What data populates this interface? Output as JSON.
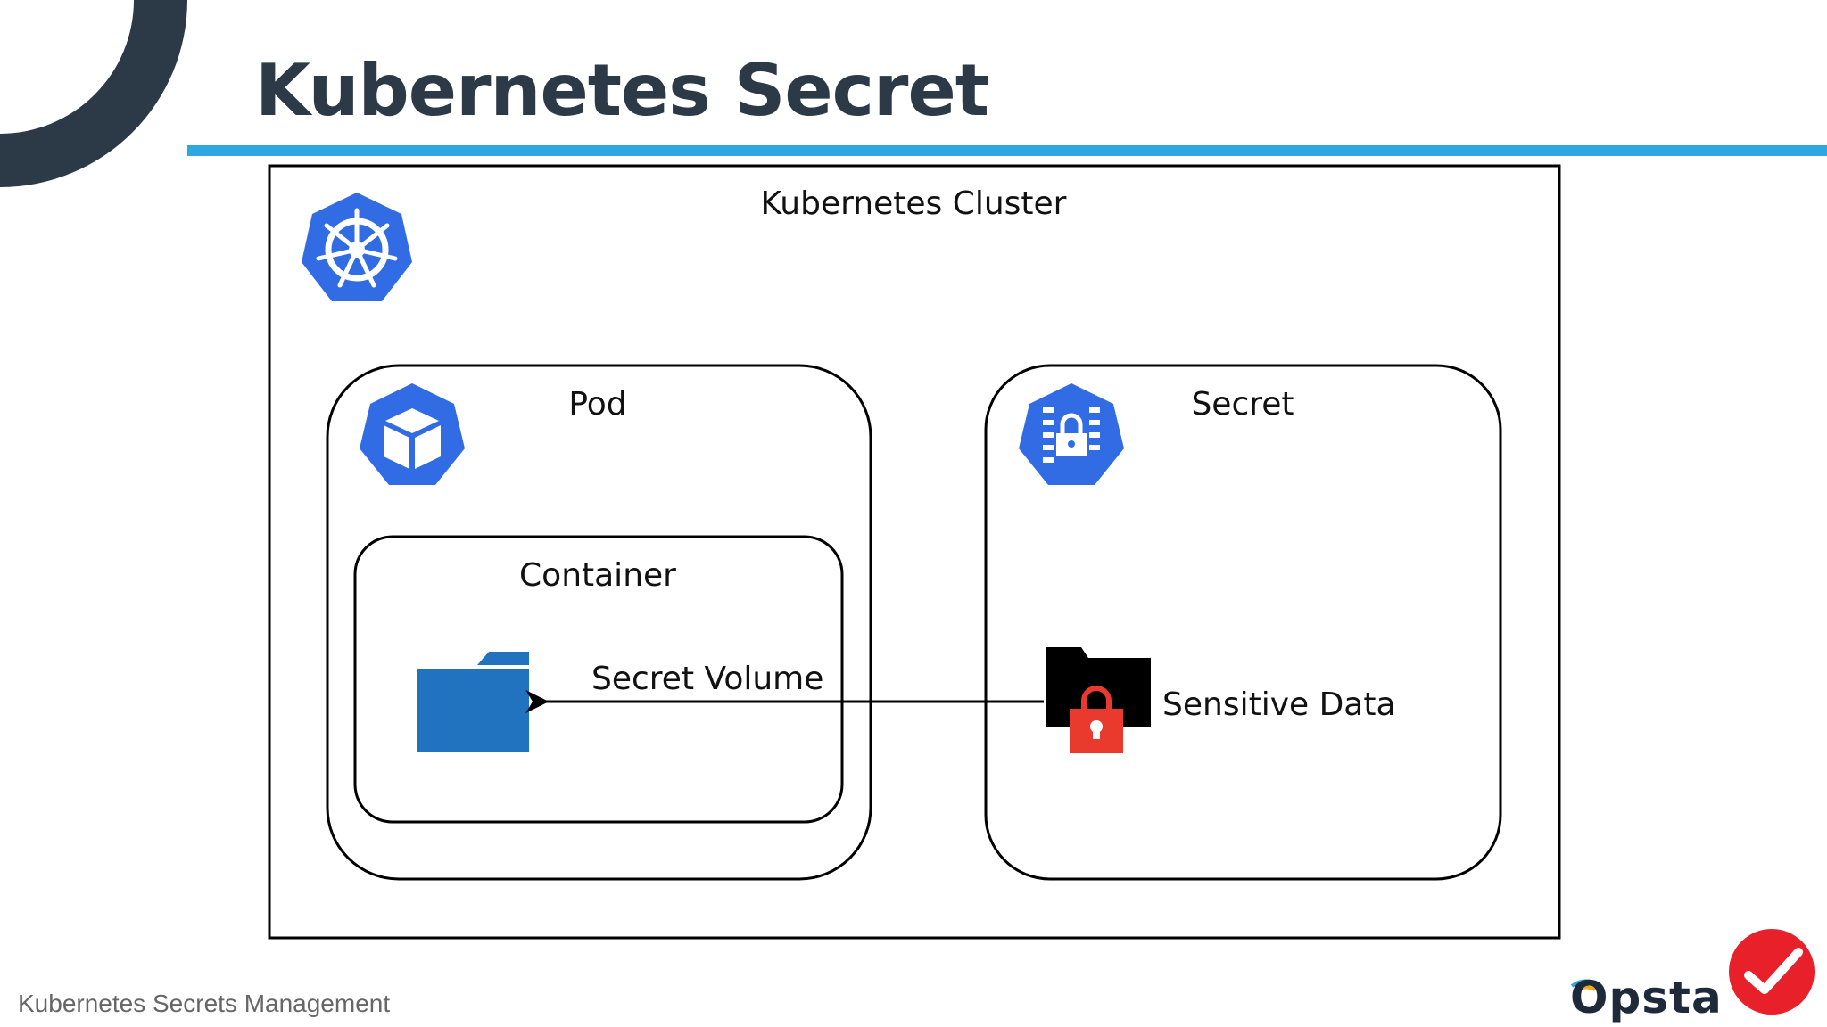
{
  "slide": {
    "title": "Kubernetes Secret",
    "footer": "Kubernetes Secrets Management",
    "brand": "Opsta"
  },
  "diagram": {
    "cluster_label": "Kubernetes Cluster",
    "pod_label": "Pod",
    "container_label": "Container",
    "secret_label": "Secret",
    "volume_label": "Secret Volume",
    "data_label": "Sensitive Data"
  },
  "icons": {
    "cluster": "kubernetes-helm-icon",
    "pod": "pod-cube-icon",
    "secret": "secret-lock-icon",
    "volume": "folder-icon",
    "data": "locked-folder-icon",
    "badge": "check-badge-icon"
  },
  "colors": {
    "title": "#2c3a47",
    "accent_rule": "#2fa7e0",
    "k8s_blue": "#326ce5",
    "folder_blue": "#2173bf",
    "lock_red": "#ea3a2e",
    "badge_red": "#e8202a",
    "deco_arc": "#2c3a47"
  }
}
